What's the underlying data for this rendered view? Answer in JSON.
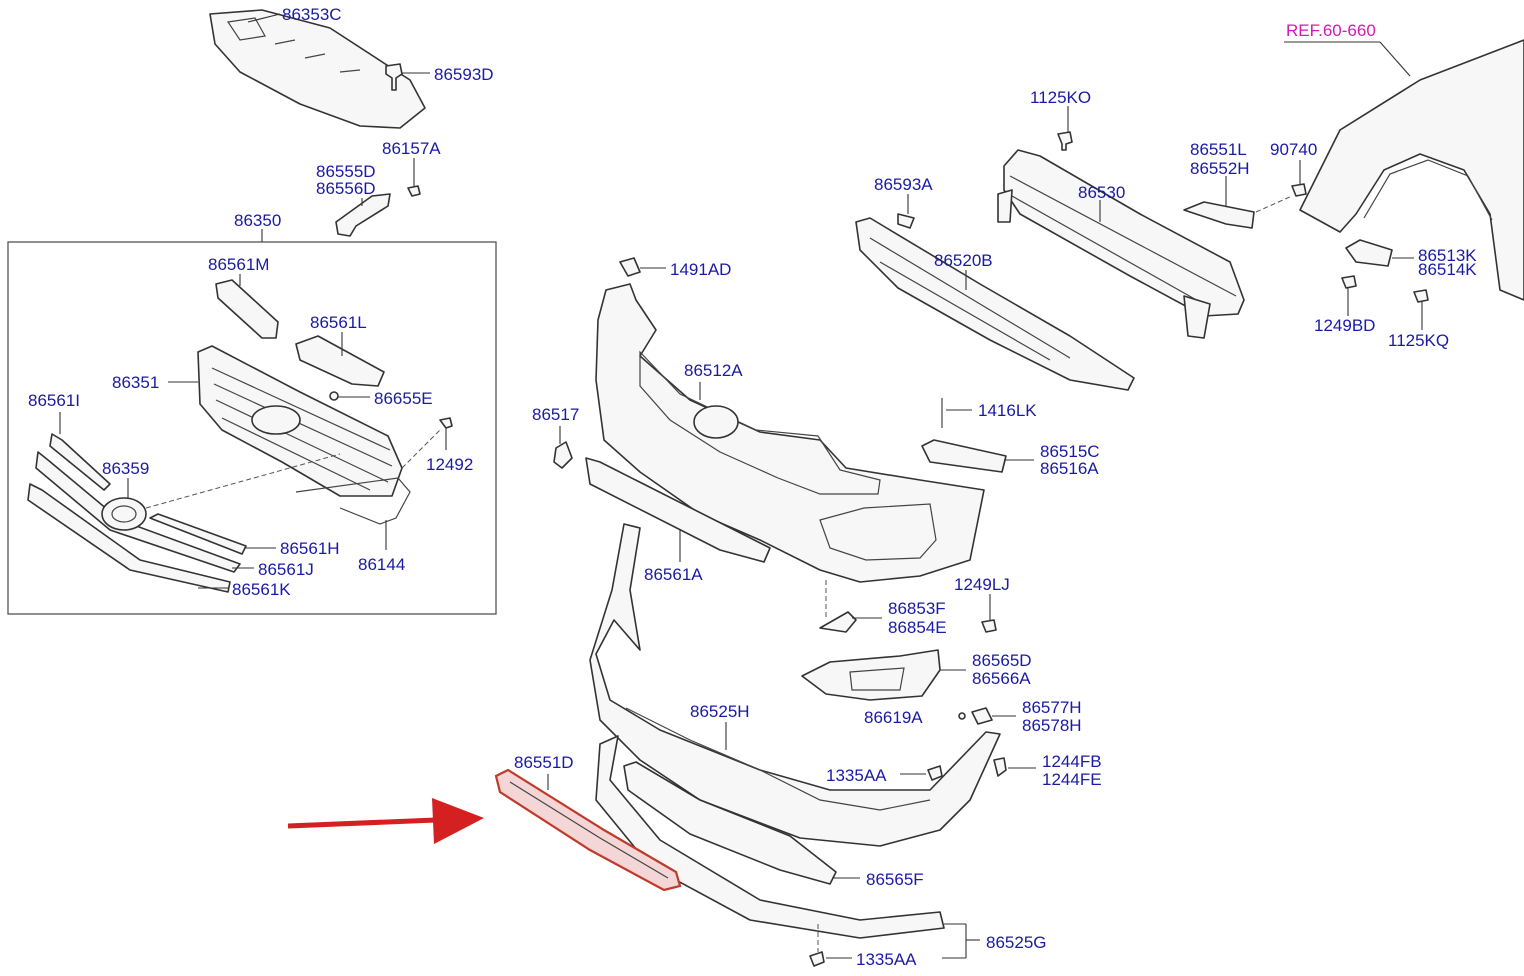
{
  "ref_label": "REF.60-660",
  "parts": {
    "p86353C": "86353C",
    "p86593D": "86593D",
    "p86157A": "86157A",
    "p86555D": "86555D",
    "p86556D": "86556D",
    "p86350": "86350",
    "p86561M": "86561M",
    "p86561L": "86561L",
    "p86351": "86351",
    "p86655E": "86655E",
    "p86561I": "86561I",
    "p12492": "12492",
    "p86359": "86359",
    "p86561H": "86561H",
    "p86144": "86144",
    "p86561J": "86561J",
    "p86561K": "86561K",
    "p1491AD": "1491AD",
    "p86512A": "86512A",
    "p86517": "86517",
    "p86561A": "86561A",
    "p86593A": "86593A",
    "p86520B": "86520B",
    "p1125KO": "1125KO",
    "p86530": "86530",
    "p86551L": "86551L",
    "p86552H": "86552H",
    "p90740": "90740",
    "p86513K": "86513K",
    "p86514K": "86514K",
    "p1249BD": "1249BD",
    "p1125KQ": "1125KQ",
    "p1416LK": "1416LK",
    "p86515C": "86515C",
    "p86516A": "86516A",
    "p1249LJ": "1249LJ",
    "p86853F": "86853F",
    "p86854E": "86854E",
    "p86565D": "86565D",
    "p86566A": "86566A",
    "p86619A": "86619A",
    "p86577H": "86577H",
    "p86578H": "86578H",
    "p86525H": "86525H",
    "p1244FB": "1244FB",
    "p1244FE": "1244FE",
    "p1335AA_top": "1335AA",
    "p86551D": "86551D",
    "p86565F": "86565F",
    "p86525G": "86525G",
    "p1335AA_bottom": "1335AA"
  },
  "colors": {
    "label_text": "#1a1aa6",
    "reference_text": "#d21ab4",
    "highlight_arrow": "#d42020",
    "highlighted_part": "#c0392b"
  },
  "highlighted_part": "86551D"
}
